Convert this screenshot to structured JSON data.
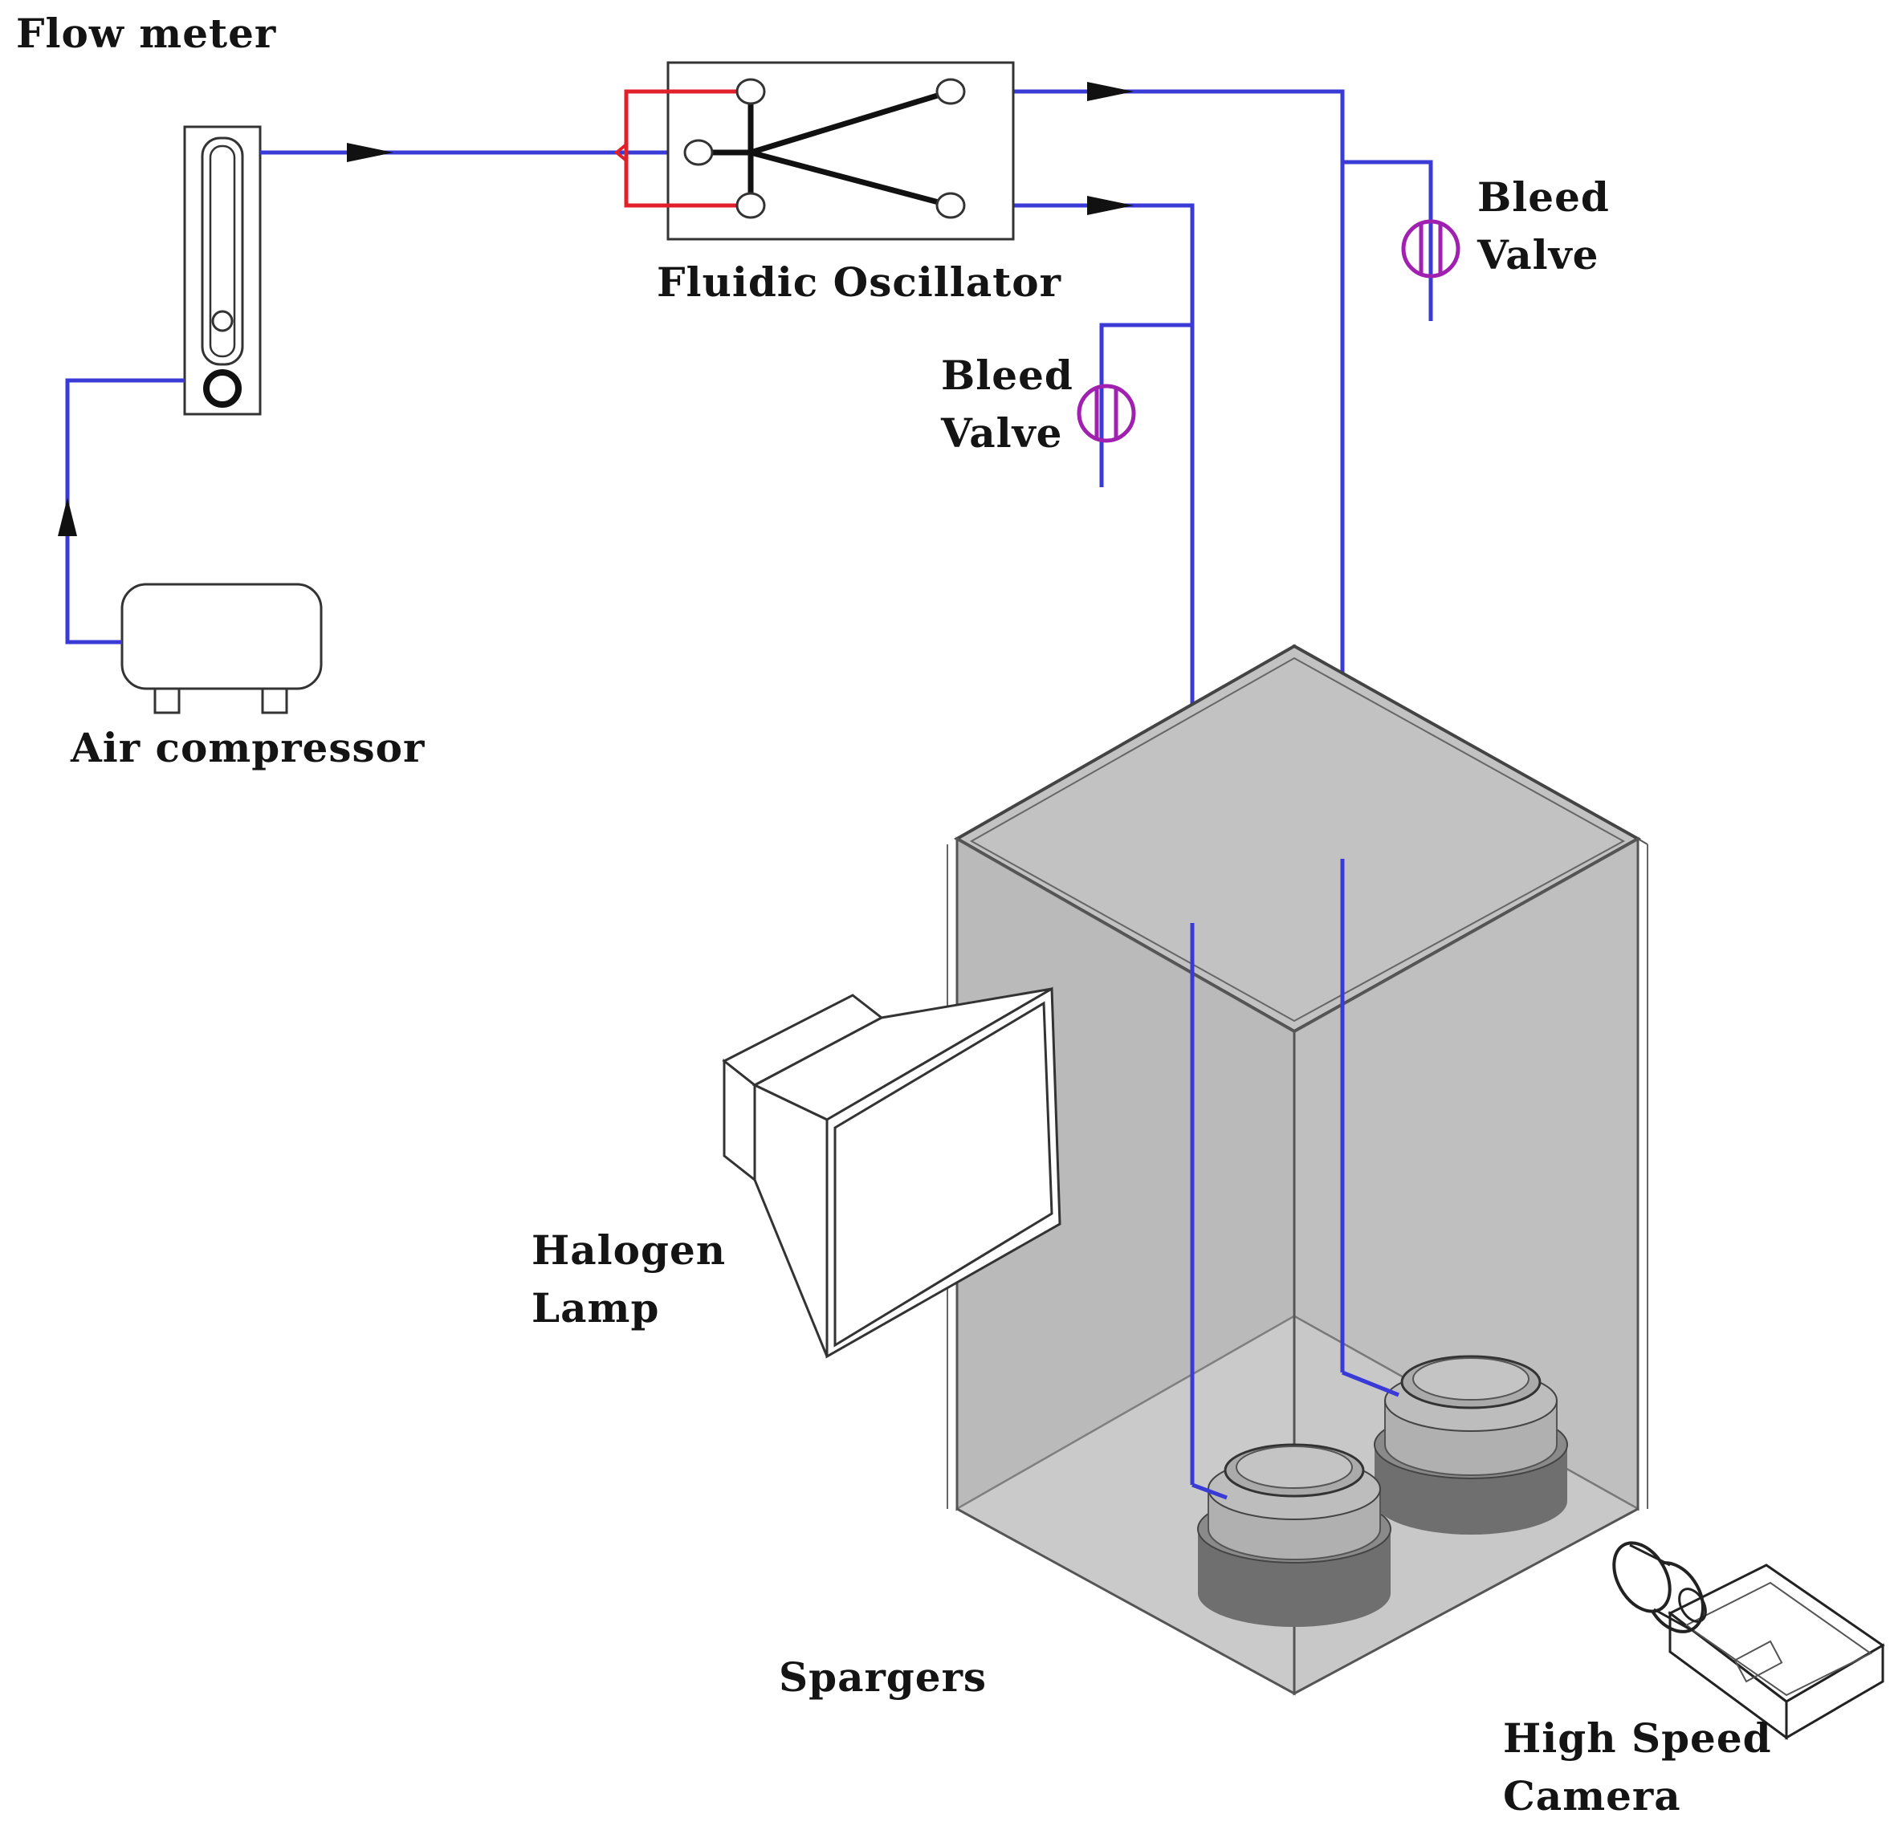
{
  "labels": {
    "flow_meter": "Flow meter",
    "air_compressor": "Air compressor",
    "fluidic_oscillator": "Fluidic Oscillator",
    "bleed_valve_right": [
      "Bleed",
      "Valve"
    ],
    "bleed_valve_left": [
      "Bleed",
      "Valve"
    ],
    "halogen_lamp": [
      "Halogen",
      "Lamp"
    ],
    "spargers": "Spargers",
    "high_speed_camera": [
      "High Speed",
      "Camera"
    ]
  },
  "colors": {
    "air_line": "#3a3ad6",
    "feedback_loop": "#e0202a",
    "bleed_valve": "#a020b0",
    "outline": "#333333",
    "tank_fill": "#c4c4c4",
    "sparger": "#7a7a7a"
  }
}
